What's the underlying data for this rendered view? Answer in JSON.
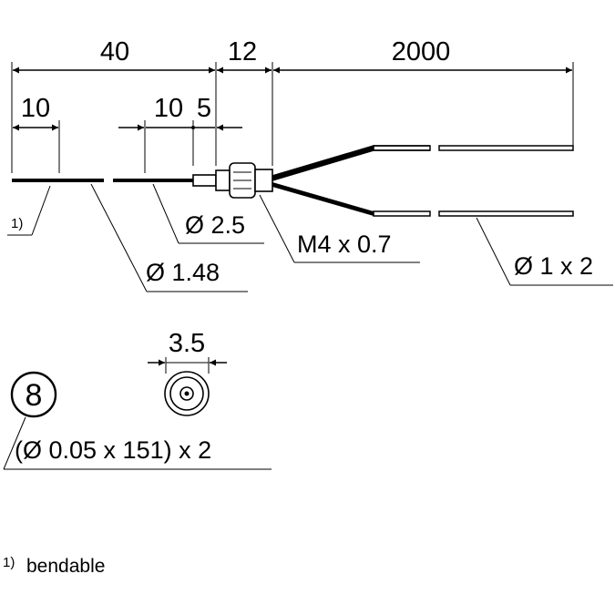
{
  "dimensions": {
    "total_length": "40",
    "nut_length": "12",
    "cable_length": "2000",
    "bendable_length": "10",
    "tip_length": "10",
    "sleeve_length": "5",
    "head_width": "3.5"
  },
  "labels": {
    "tip_diameter": "Ø 2.5",
    "probe_diameter": "Ø 1.48",
    "thread": "M4 x 0.7",
    "cable_diameter": "Ø 1 x 2",
    "fiber_spec": "(Ø 0.05 x 151) x 2",
    "footnote_ref": "1)"
  },
  "symbols": {
    "fiber_count": "8"
  },
  "footnote": {
    "marker": "1)",
    "text": "bendable"
  },
  "icons": {
    "fiber_bundle": "circled-number-icon",
    "end_view": "sensor-head-end-view-icon"
  }
}
